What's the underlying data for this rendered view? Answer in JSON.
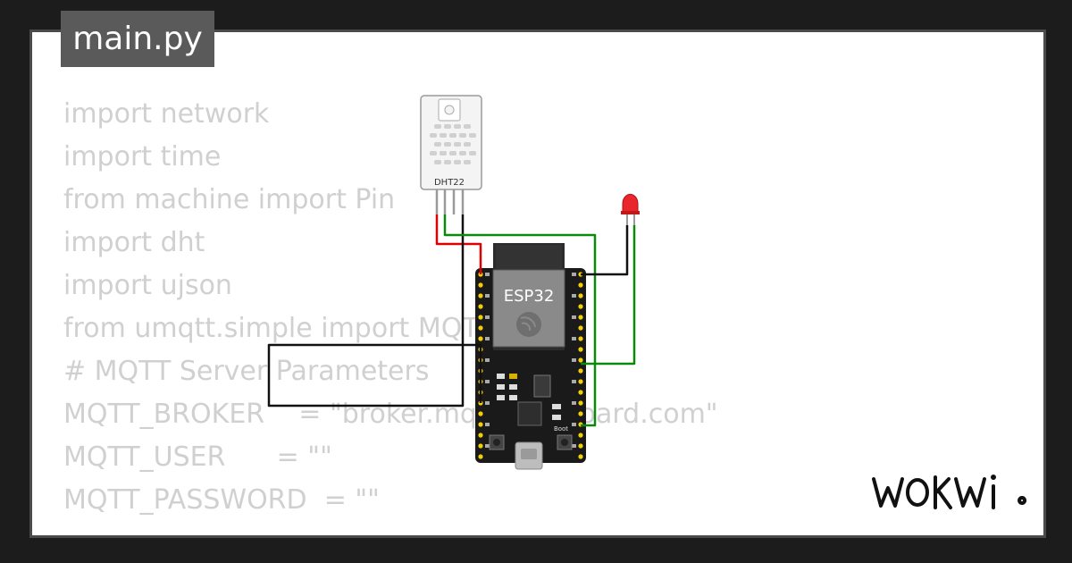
{
  "file_tab": {
    "label": "main.py"
  },
  "code": {
    "lines": [
      "import network",
      "import time",
      "from machine import Pin",
      "import dht",
      "import ujson",
      "from umqtt.simple import MQTTClient",
      "",
      "# MQTT Server Parameters",
      "MQTT_BROKER    = \"broker.mqttdashboard.com\"",
      "MQTT_USER      = \"\"",
      "MQTT_PASSWORD  = \"\""
    ]
  },
  "diagram": {
    "sensor_label": "DHT22",
    "board_label": "ESP32",
    "boot_label": "Boot"
  },
  "brand": {
    "logo_text": "WOKWI"
  },
  "colors": {
    "page_background": "#1c1c1c",
    "canvas": "#ffffff",
    "code_text": "#d0d0d0",
    "tab_background": "#5a5a5a",
    "wire_red": "#e00000",
    "wire_green": "#0a8a0a",
    "wire_black": "#111111",
    "led_red": "#e8262b",
    "board": "#1a1a1a",
    "pin_yellow": "#f5d000"
  }
}
